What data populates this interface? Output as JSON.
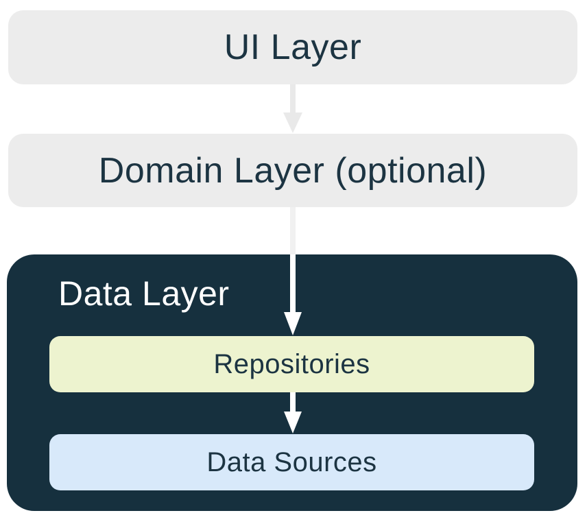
{
  "diagram": {
    "name": "app-architecture-layers",
    "nodes": {
      "ui": {
        "label": "UI Layer"
      },
      "domain": {
        "label": "Domain Layer (optional)"
      },
      "data": {
        "label": "Data Layer"
      },
      "repositories": {
        "label": "Repositories"
      },
      "data_sources": {
        "label": "Data Sources"
      }
    },
    "edges": [
      {
        "from": "UI Layer",
        "to": "Domain Layer (optional)"
      },
      {
        "from": "Domain Layer (optional)",
        "to": "Repositories"
      },
      {
        "from": "Repositories",
        "to": "Data Sources"
      }
    ],
    "colors": {
      "ui_layer_bg": "#ECECEC",
      "domain_layer_bg": "#ECECEC",
      "data_layer_bg": "#16303E",
      "repositories_bg": "#EDF3CF",
      "data_sources_bg": "#D8E9FA",
      "dark_text": "#1C3442",
      "light_text": "#FFFFFF",
      "arrow_gray": "#E9E9E9",
      "arrow_gray_faint": "#F1F1F1",
      "arrow_white": "#FFFFFF"
    }
  }
}
